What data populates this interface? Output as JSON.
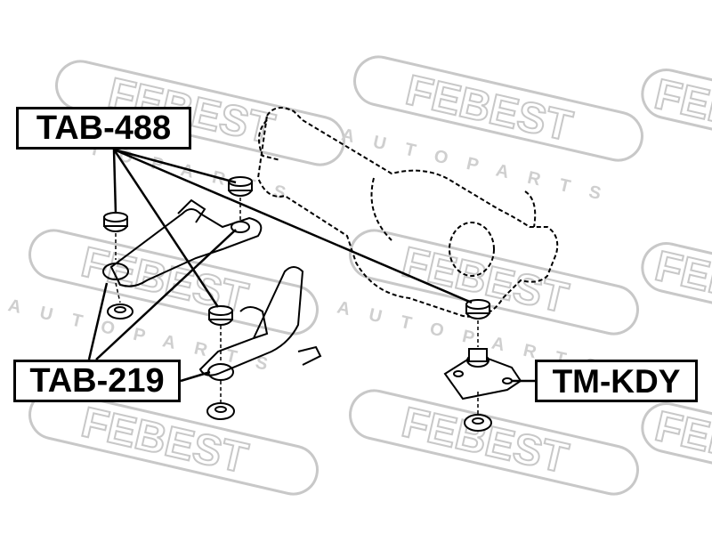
{
  "watermark": {
    "brand": "FEBEST",
    "tagline": "AUTOPARTS",
    "color": "#c8c8c8"
  },
  "callouts": {
    "tab488": "TAB-488",
    "tab219": "TAB-219",
    "tmkdy": "TM-KDY"
  },
  "colors": {
    "line": "#000000",
    "background": "#ffffff"
  }
}
